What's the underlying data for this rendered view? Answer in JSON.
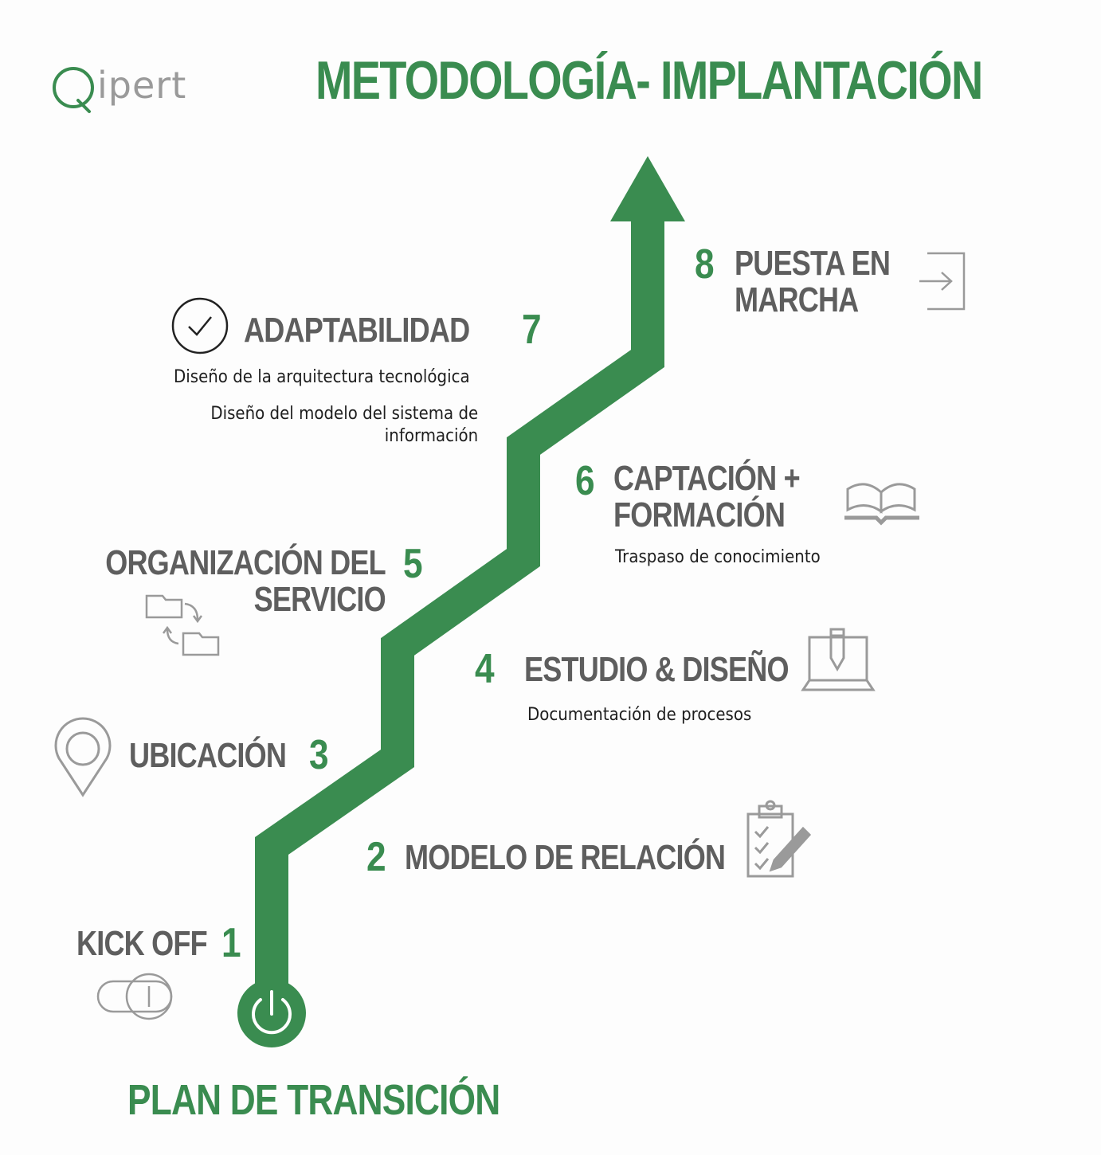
{
  "logo": {
    "text": "ipert"
  },
  "title": "METODOLOGÍA- IMPLANTACIÓN",
  "footer": "PLAN DE TRANSICIÓN",
  "colors": {
    "accent": "#3a8c50",
    "stage_text": "#5e5e5e",
    "icon": "#9a9a9a",
    "description": "#1e1e1e"
  },
  "steps": [
    {
      "number": "1",
      "label_lines": [
        "KICK OFF"
      ],
      "descriptions": [],
      "icon": "toggle-switch-icon"
    },
    {
      "number": "2",
      "label_lines": [
        "MODELO DE RELACIÓN"
      ],
      "descriptions": [],
      "icon": "clipboard-checklist-icon"
    },
    {
      "number": "3",
      "label_lines": [
        "UBICACIÓN"
      ],
      "descriptions": [],
      "icon": "map-pin-icon"
    },
    {
      "number": "4",
      "label_lines": [
        "ESTUDIO & DISEÑO"
      ],
      "descriptions": [
        "Documentación de procesos"
      ],
      "icon": "laptop-pencil-icon"
    },
    {
      "number": "5",
      "label_lines": [
        "ORGANIZACIÓN DEL",
        "SERVICIO"
      ],
      "descriptions": [],
      "icon": "folders-exchange-icon"
    },
    {
      "number": "6",
      "label_lines": [
        "CAPTACIÓN +",
        "FORMACIÓN"
      ],
      "descriptions": [
        "Traspaso de conocimiento"
      ],
      "icon": "open-book-icon"
    },
    {
      "number": "7",
      "label_lines": [
        "ADAPTABILIDAD"
      ],
      "descriptions": [
        "Diseño de la arquitectura tecnológica",
        "Diseño del modelo del sistema de",
        "información"
      ],
      "icon": "check-circle-icon"
    },
    {
      "number": "8",
      "label_lines": [
        "PUESTA EN",
        "MARCHA"
      ],
      "descriptions": [],
      "icon": "sign-in-icon"
    }
  ],
  "start_icon": "power-icon",
  "end_icon": "arrow-up-icon"
}
